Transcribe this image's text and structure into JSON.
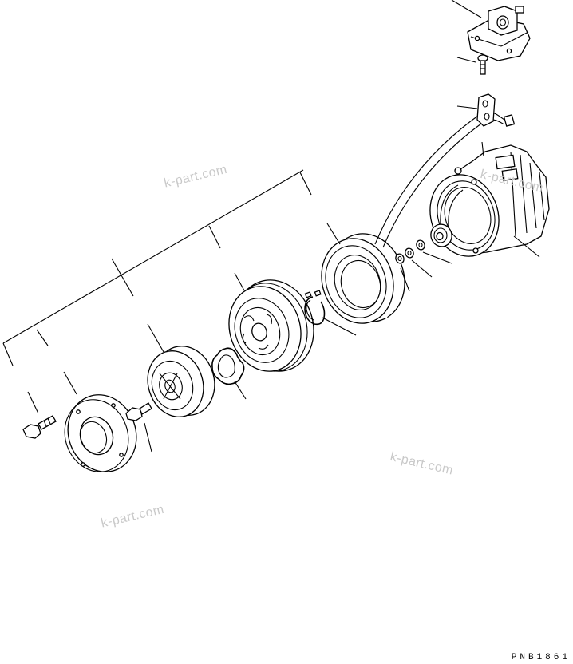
{
  "watermarks": [
    "k-part.com",
    "k-part.com",
    "k-part.com",
    "k-part.com"
  ],
  "drawing_code": "PNB1861"
}
